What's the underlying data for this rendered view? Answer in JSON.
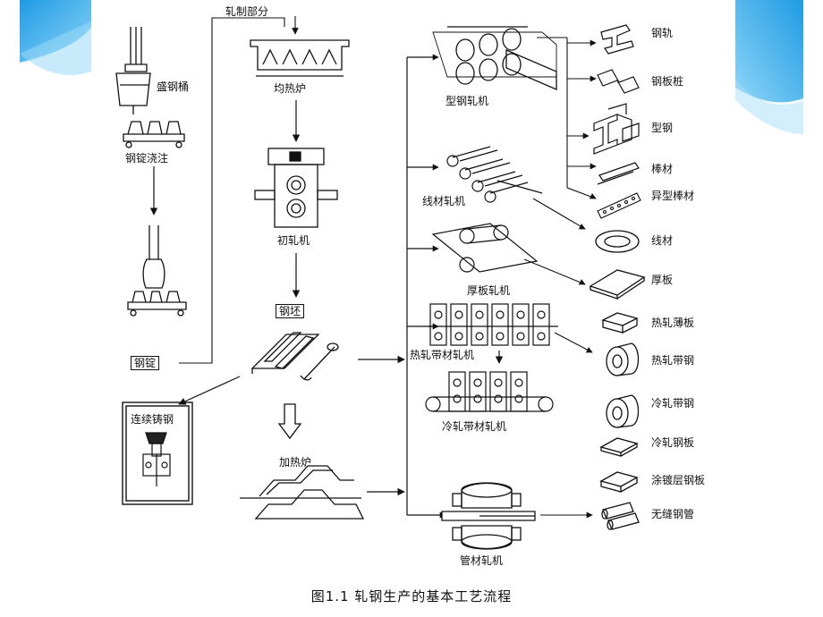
{
  "caption": "图1.1   轧钢生产的基本工艺流程",
  "left_chain": {
    "ladle": "盛钢桶",
    "ingot_casting": "钢锭浇注",
    "ingot": "钢锭",
    "continuous_casting": "连续铸钢"
  },
  "middle_chain": {
    "rolling_part": "轧制部分",
    "soaking_pit": "均热炉",
    "blooming_mill": "初轧机",
    "billet": "钢坯",
    "heating_furnace": "加热炉"
  },
  "mills": {
    "section_mill": "型钢轧机",
    "wire_mill": "线材轧机",
    "plate_mill": "厚板轧机",
    "hot_strip_mill": "热轧带材轧机",
    "cold_strip_mill": "冷轧带材轧机",
    "tube_mill": "管材轧机"
  },
  "products": {
    "rail": "钢轨",
    "sheet_pile": "钢板桩",
    "section_steel": "型钢",
    "bar": "棒材",
    "shaped_bar": "异型棒材",
    "wire_rod": "线材",
    "plate": "厚板",
    "hot_sheet": "热轧薄板",
    "hot_strip": "热轧带钢",
    "cold_strip": "冷轧带钢",
    "cold_sheet": "冷轧钢板",
    "coated_sheet": "涂镀层钢板",
    "seamless_tube": "无缝钢管"
  },
  "colors": {
    "accent": "#2aa5e8",
    "accent_light": "#7fd0f7",
    "line": "#111111"
  }
}
